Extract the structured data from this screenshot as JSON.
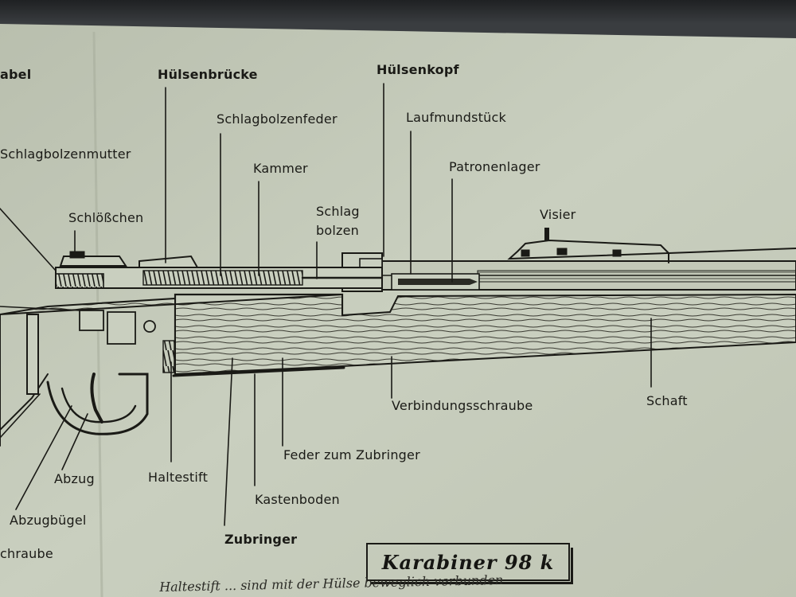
{
  "document": {
    "title": "Karabiner 98 k",
    "footer_text": "Haltestift ... sind mit der Hülse beweglich verbunden"
  },
  "labels": {
    "abel": "abel",
    "huelsenbruecke": "Hülsenbrücke",
    "huelsenkopf": "Hülsenkopf",
    "schlagbolzenfeder": "Schlagbolzenfeder",
    "laufmundstueck": "Laufmundstück",
    "schlagbolzenmutter": "Schlagbolzenmutter",
    "kammer": "Kammer",
    "patronenlager": "Patronenlager",
    "schlag": "Schlag",
    "bolzen": "bolzen",
    "schloesschen": "Schlößchen",
    "visier": "Visier",
    "verbindungsschraube": "Verbindungsschraube",
    "schaft": "Schaft",
    "feder_zum_zubringer": "Feder zum Zubringer",
    "abzug": "Abzug",
    "haltestift": "Haltestift",
    "kastenboden": "Kastenboden",
    "abzugbuegel": "Abzugbügel",
    "zubringer": "Zubringer",
    "schraube": "chraube"
  },
  "colors": {
    "paper": "#c7cdbd",
    "ink": "#1a1a16",
    "background": "#2a2c2e"
  }
}
